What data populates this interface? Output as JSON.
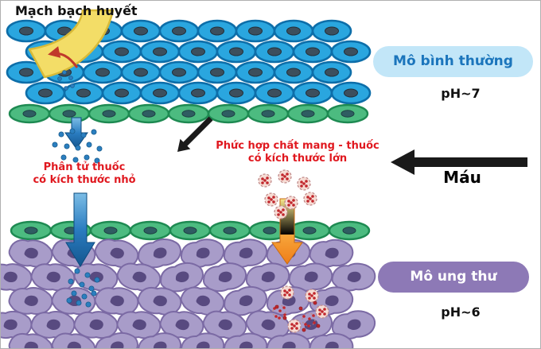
{
  "title": "Mạch bạch huyết",
  "labels": {
    "small_drug_line1": "Phân tử thuốc",
    "small_drug_line2": "có kích thước nhỏ",
    "complex_line1": "Phức hợp chất mang - thuốc",
    "complex_line2": "có kích thước lớn",
    "blood": "Máu"
  },
  "badges": {
    "normal_tissue": {
      "label": "Mô bình thường",
      "ph": "pH~7",
      "bg": "#c2e6f8",
      "color": "#1b75bc"
    },
    "tumor_tissue": {
      "label": "Mô ung thư",
      "ph": "pH~6",
      "bg": "#8d79b6",
      "color": "#ffffff"
    }
  },
  "colors": {
    "cell_blue": "#2aa6df",
    "cell_blue_border": "#0d6ea9",
    "cell_nucleus": "#3c4f5d",
    "cell_green": "#4cbb80",
    "cell_green_border": "#1e8a52",
    "green_nucleus": "#2f5d62",
    "cell_purple": "#a89cc9",
    "cell_purple_border": "#7b6aa4",
    "purple_nucleus": "#584a80",
    "vessel_yellow": "#f3dd67",
    "vessel_border": "#d9ba37",
    "arrow_blue": "#1b75bc",
    "arrow_orange": "#f58220",
    "arrow_black": "#1a1a1a",
    "drug_dot_blue": "#2b7fc0",
    "drug_red": "#c1272d",
    "complex_fill": "#f6dcd4",
    "complex_stroke": "#c08a8a",
    "label_red": "#e0181f"
  }
}
